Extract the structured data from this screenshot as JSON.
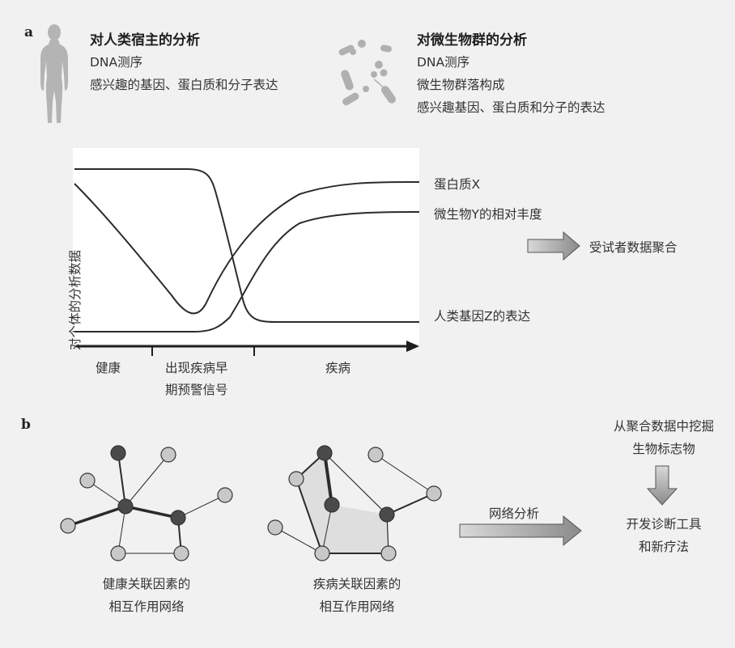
{
  "panel_a": {
    "letter": "a",
    "host": {
      "title": "对人类宿主的分析",
      "lines": [
        "DNA测序",
        "感兴趣的基因、蛋白质和分子表达"
      ]
    },
    "microbe": {
      "title": "对微生物群的分析",
      "lines": [
        "DNA测序",
        "微生物群落构成",
        "感兴趣基因、蛋白质和分子的表达"
      ]
    },
    "chart": {
      "ylabel": "对个体的分析数据",
      "stages": [
        "健康",
        "出现疾病早",
        "期预警信号",
        "疾病"
      ],
      "series": [
        {
          "name": "蛋白质X"
        },
        {
          "name": "微生物Y的相对丰度"
        },
        {
          "name": "人类基因Z的表达"
        }
      ]
    },
    "arrow_label": "受试者数据聚合"
  },
  "panel_b": {
    "letter": "b",
    "healthy_caption": [
      "健康关联因素的",
      "相互作用网络"
    ],
    "disease_caption": [
      "疾病关联因素的",
      "相互作用网络"
    ],
    "network_arrow_label": "网络分析",
    "mining_label": [
      "从聚合数据中挖掘",
      "生物标志物"
    ],
    "outcome_label": [
      "开发诊断工具",
      "和新疗法"
    ]
  },
  "colors": {
    "panel_bg": "#f1f1f1",
    "chart_bg": "#ffffff",
    "line": "#2b2b2b",
    "node_dark": "#4a4a4a",
    "node_light": "#c8c8c8",
    "arrow": "#8a8a8a",
    "polygon_fill": "#dedede"
  }
}
